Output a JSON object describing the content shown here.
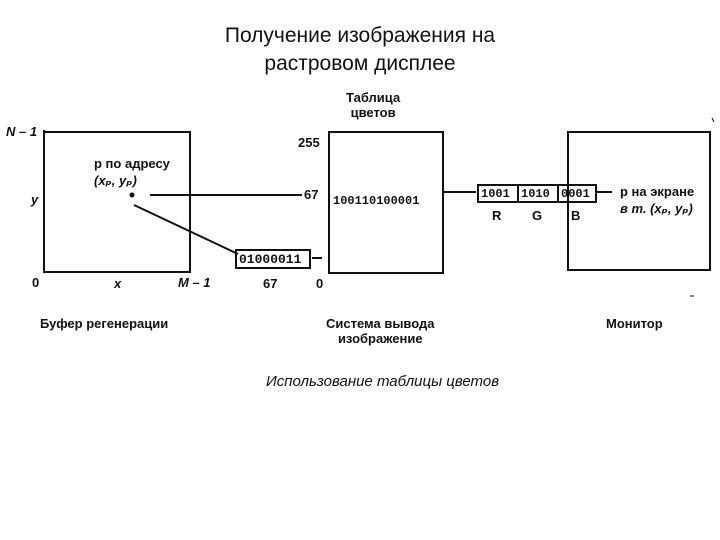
{
  "title": {
    "line1": "Получение изображения на",
    "line2": "растровом дисплее"
  },
  "frame_buffer": {
    "label_top": "N – 1",
    "label_y": "y",
    "label_origin_y": "0",
    "label_origin_x": "0",
    "label_x": "x",
    "label_right": "M – 1",
    "point_label_1": "p по адресу",
    "point_label_2": "(xₚ, yₚ)",
    "pixel_value": "01000011",
    "caption": "Буфер регенерации"
  },
  "color_table": {
    "header_1": "Таблица",
    "header_2": "цветов",
    "index_top": "255",
    "index_value": "67",
    "index_bottom": "0",
    "index_below": "67",
    "entry": "100110100001",
    "caption_1": "Система вывода",
    "caption_2": "изображение"
  },
  "rgb": {
    "r_bits": "1001",
    "g_bits": "1010",
    "b_bits": "0001",
    "r_label": "R",
    "g_label": "G",
    "b_label": "B"
  },
  "monitor": {
    "point_label_1": "p на экране",
    "point_label_2": "в т. (xₚ, yₚ)",
    "caption": "Монитор"
  },
  "subtitle": "Использование таблицы цветов"
}
